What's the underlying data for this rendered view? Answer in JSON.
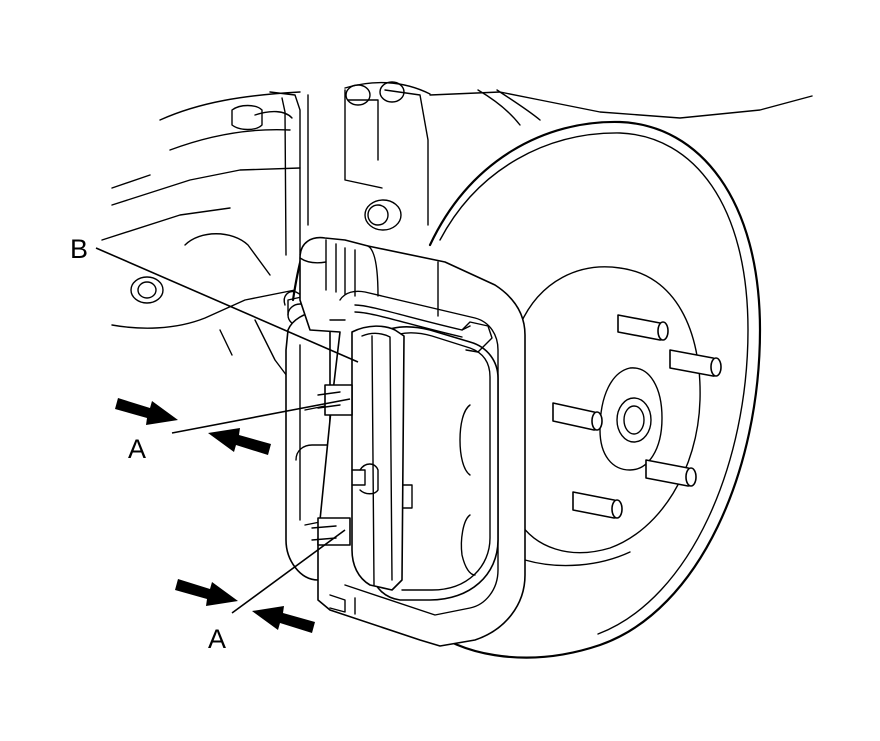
{
  "diagram": {
    "labels": {
      "b": "B",
      "a_upper": "A",
      "a_lower": "A"
    },
    "icons": [
      "arrow-icon"
    ]
  }
}
